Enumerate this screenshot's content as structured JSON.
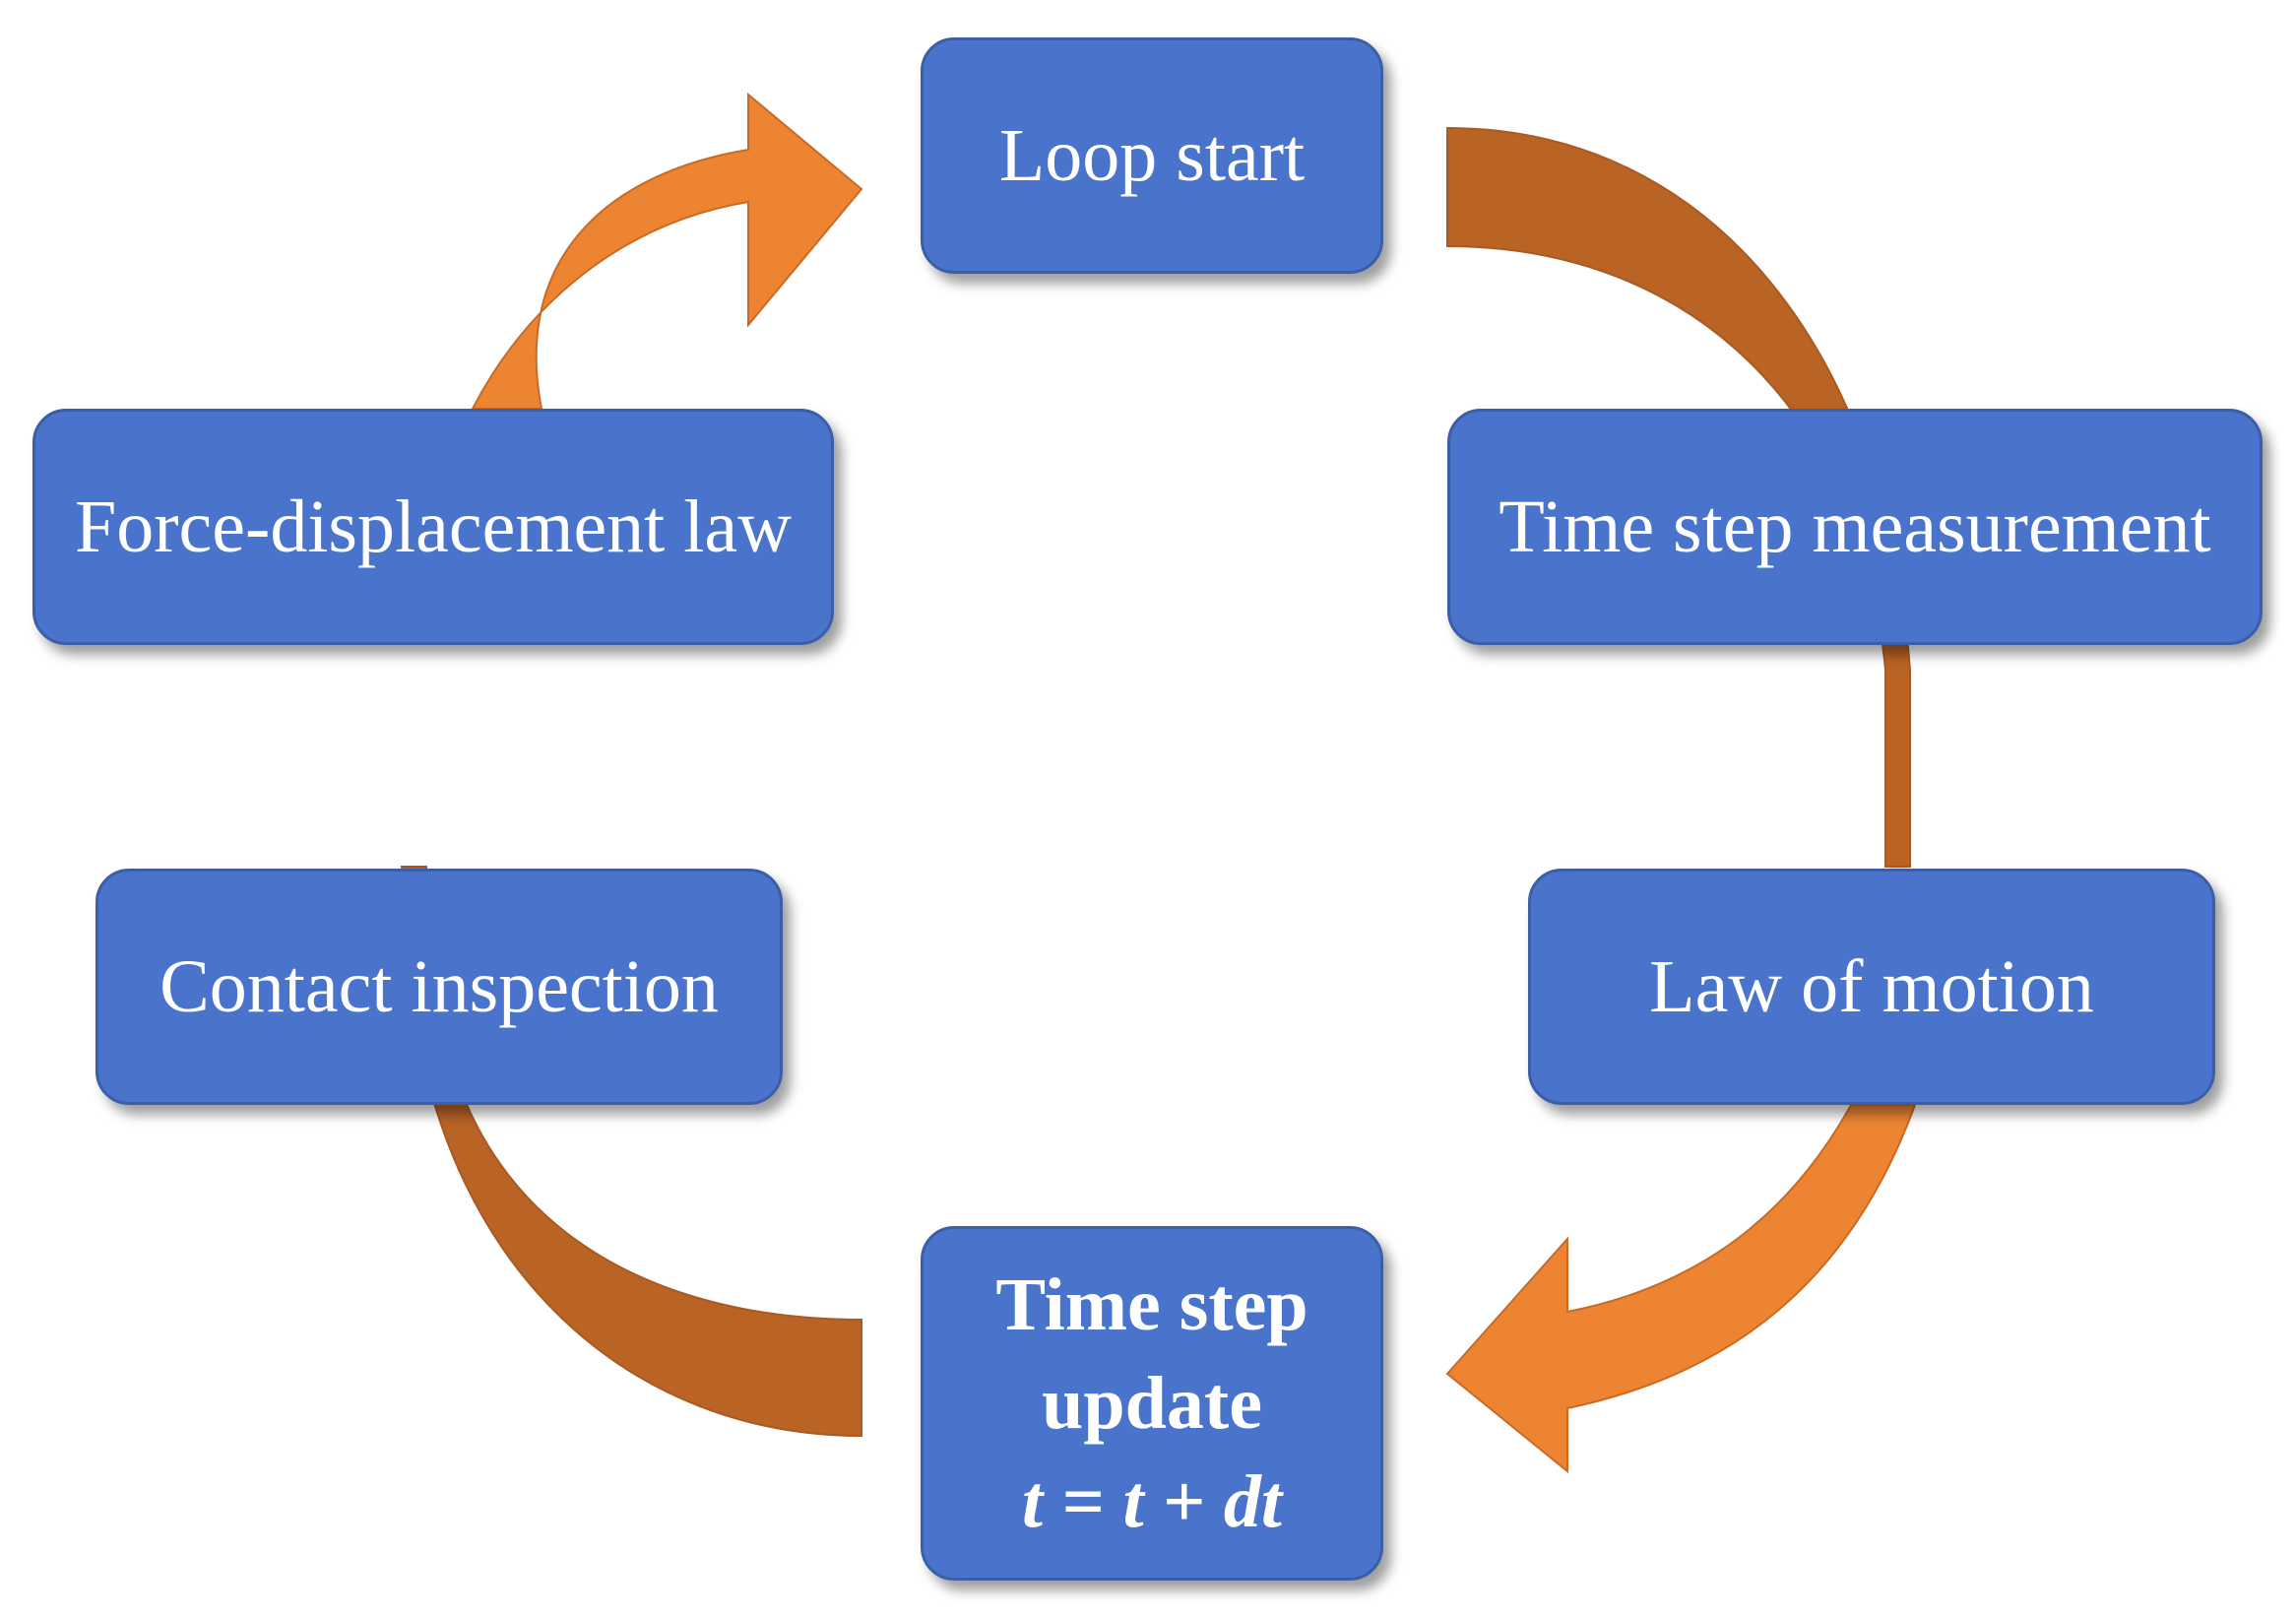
{
  "colors": {
    "box_fill": "#4a74cc",
    "box_border": "#3b5ea8",
    "box_text": "#ffffff",
    "arrow_light": "#ed8432",
    "arrow_dark": "#b96325"
  },
  "nodes": {
    "loop_start": "Loop start",
    "time_step_measurement": "Time step measurement",
    "law_of_motion": "Law of motion",
    "time_step_update": {
      "line1": "Time step",
      "line2": "update",
      "formula": "t = t + dt"
    },
    "contact_inspection": "Contact inspection",
    "force_displacement_law": "Force-displacement law"
  },
  "flow_order": [
    "Loop start",
    "Time step measurement",
    "Law of motion",
    "Time step update",
    "Contact inspection",
    "Force-displacement law"
  ]
}
